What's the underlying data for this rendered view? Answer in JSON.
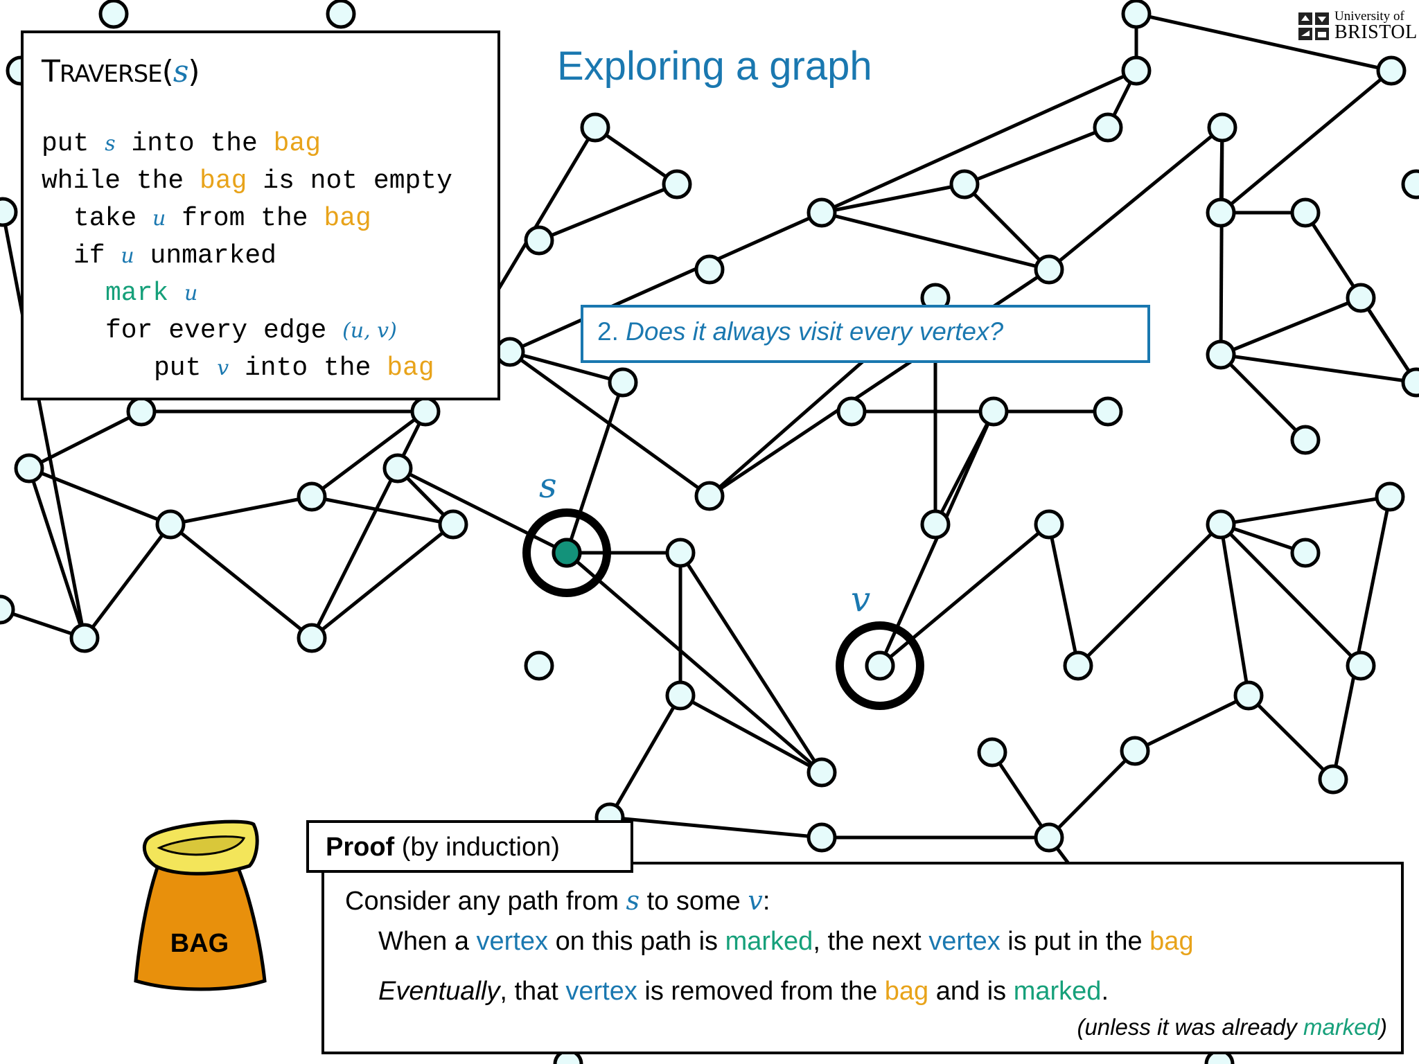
{
  "title": "Exploring a graph",
  "logo": {
    "line1": "University of",
    "line2": "BRISTOL"
  },
  "colors": {
    "blue": "#1a78b0",
    "orange": "#e8a31a",
    "green": "#16a07a",
    "node_fill": "#e6fbfb",
    "marked_fill": "#13927a"
  },
  "algorithm": {
    "name_prefix": "T",
    "name_rest": "RAVERSE",
    "open_paren": "(",
    "param": "s",
    "close_paren": ")",
    "lines": [
      {
        "t1": "put ",
        "m1": "s",
        "t2": " into the ",
        "o1": "bag"
      },
      {
        "t1": "while the ",
        "o1": "bag",
        "t2": " is not empty"
      },
      {
        "t1": "take ",
        "m1": "u",
        "t2": " from the ",
        "o1": "bag"
      },
      {
        "t1": "if ",
        "m1": "u",
        "t2": " unmarked"
      },
      {
        "g1": "mark ",
        "m1": "u"
      },
      {
        "t1": "for every edge ",
        "m1": "(u, v)"
      },
      {
        "t1": "put ",
        "m1": "v",
        "t2": " into the ",
        "o1": "bag"
      }
    ]
  },
  "question": {
    "number": "2.",
    "text": "Does it always visit every vertex?"
  },
  "labels": {
    "s": "s",
    "v": "v"
  },
  "proof": {
    "heading": "Proof",
    "subheading": "(by induction)",
    "line1": {
      "a": "Consider any path from ",
      "s": "s",
      "b": " to some ",
      "v": "v",
      "c": ":"
    },
    "line2": {
      "a": "When a ",
      "vertex1": "vertex",
      "b": " on this path is ",
      "marked": "marked",
      "c": ", the next ",
      "vertex2": "vertex",
      "d": " is put in the ",
      "bag": "bag"
    },
    "line3": {
      "a": "Eventually",
      "b": ", that ",
      "vertex": "vertex",
      "c": " is removed from the ",
      "bag": "bag",
      "d": " and is ",
      "marked": "marked",
      "e": "."
    },
    "note": {
      "a": "(unless it was already ",
      "marked": "marked",
      "b": ")"
    }
  },
  "bag_label": "BAG"
}
